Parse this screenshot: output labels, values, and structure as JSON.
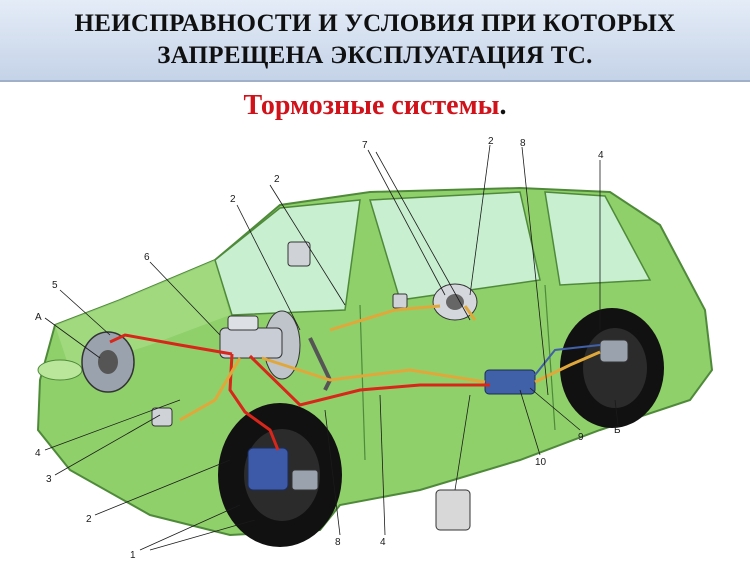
{
  "header": {
    "line1": "НЕИСПРАВНОСТИ И УСЛОВИЯ ПРИ КОТОРЫХ",
    "line2": "ЗАПРЕЩЕНА ЭКСПЛУАТАЦИЯ ТС."
  },
  "subtitle": {
    "text": "Тормозные системы",
    "dot": "."
  },
  "callouts": {
    "c1": "1",
    "c2a": "2",
    "c2b": "2",
    "c2c": "2",
    "c2d": "2",
    "c3": "3",
    "c4a": "4",
    "c4b": "4",
    "c4c": "4",
    "c5": "5",
    "c6": "6",
    "c7": "7",
    "c8a": "8",
    "c8b": "8",
    "c9": "9",
    "c10": "10",
    "cA": "A",
    "cB": "Б"
  },
  "colors": {
    "car_body": "#8fd06a",
    "car_outline": "#4f8a3a",
    "window": "#c8efd0",
    "tire": "#111111",
    "front_line": "#d8261b",
    "rear_line": "#e0a83a",
    "module": "#4060a8"
  }
}
